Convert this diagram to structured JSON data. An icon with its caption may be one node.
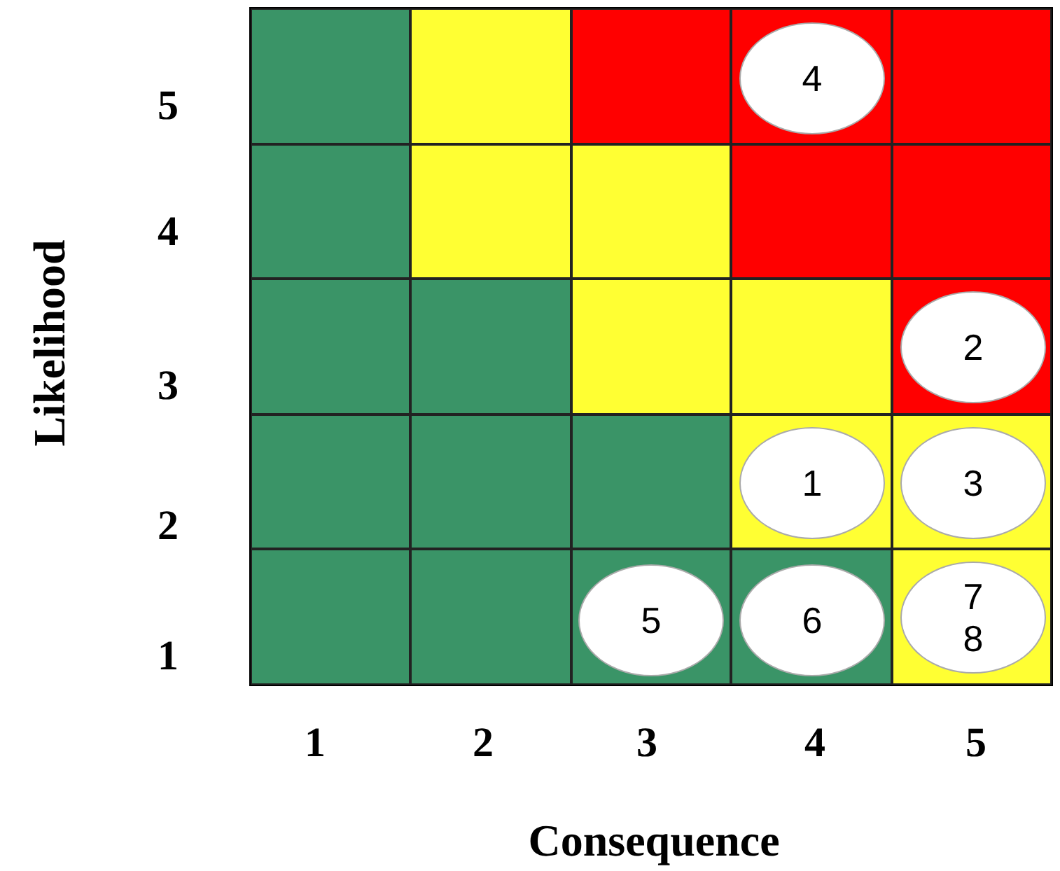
{
  "diagram": {
    "nodes": [
      {
        "text": [
          "4"
        ]
      },
      {
        "text": [
          "2"
        ]
      },
      {
        "text": [
          "1"
        ]
      },
      {
        "text": [
          "3"
        ]
      },
      {
        "text": [
          "5"
        ]
      },
      {
        "text": [
          "6"
        ]
      },
      {
        "text": [
          "7",
          "8"
        ]
      }
    ],
    "labels": [
      "5",
      "4",
      "3",
      "2",
      "1",
      "Likelihood",
      "1",
      "2",
      "3",
      "4",
      "5",
      "Consequence"
    ]
  }
}
